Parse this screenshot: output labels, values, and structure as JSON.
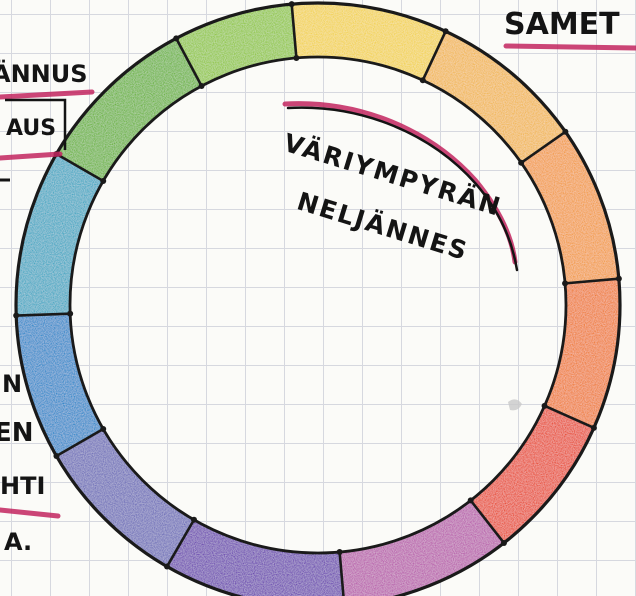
{
  "center_note": {
    "line1": "VÄRIYMPYRÄN",
    "line2": "NELJÄNNES"
  },
  "edge_notes": {
    "top_right": "SAMET",
    "left_1": "ÄNNUS",
    "left_2": "AUS",
    "left_3": "N",
    "left_4": "EN",
    "left_5": "HTI",
    "left_6": "A."
  },
  "colors": {
    "segment_fills": [
      "#f2d24a",
      "#f1b64d",
      "#f29a3d",
      "#ef7a2b",
      "#e8472a",
      "#b85cab",
      "#6a44b0",
      "#6c6cb8",
      "#1f86c9",
      "#3aa6c2",
      "#69b33a",
      "#8fc63d"
    ],
    "outline": "#1a1a1a",
    "highlighter": "#c2245f",
    "grid": "#d6d8df"
  }
}
